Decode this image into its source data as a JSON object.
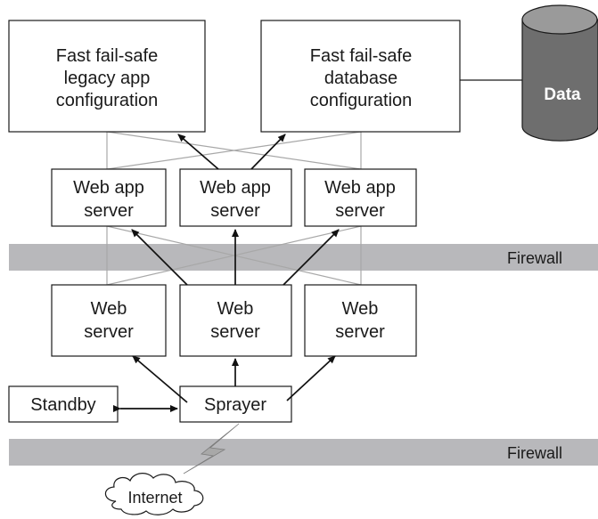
{
  "firewalls": {
    "top_label": "Firewall",
    "bottom_label": "Firewall"
  },
  "config_boxes": {
    "legacy": [
      "Fast fail-safe",
      "legacy app",
      "configuration"
    ],
    "database": [
      "Fast fail-safe",
      "database",
      "configuration"
    ]
  },
  "data_store": {
    "label": "Data"
  },
  "app_servers": [
    [
      "Web app",
      "server"
    ],
    [
      "Web app",
      "server"
    ],
    [
      "Web app",
      "server"
    ]
  ],
  "web_servers": [
    [
      "Web",
      "server"
    ],
    [
      "Web",
      "server"
    ],
    [
      "Web",
      "server"
    ]
  ],
  "standby": {
    "label": "Standby"
  },
  "sprayer": {
    "label": "Sprayer"
  },
  "internet": {
    "label": "Internet"
  },
  "colors": {
    "firewall_band": "#b8b8bb",
    "data_cylinder": "#6e6e6e",
    "data_cylinder_top": "#9a9a9a",
    "connector_gray": "#a8a8a8",
    "arrow": "#111111"
  }
}
